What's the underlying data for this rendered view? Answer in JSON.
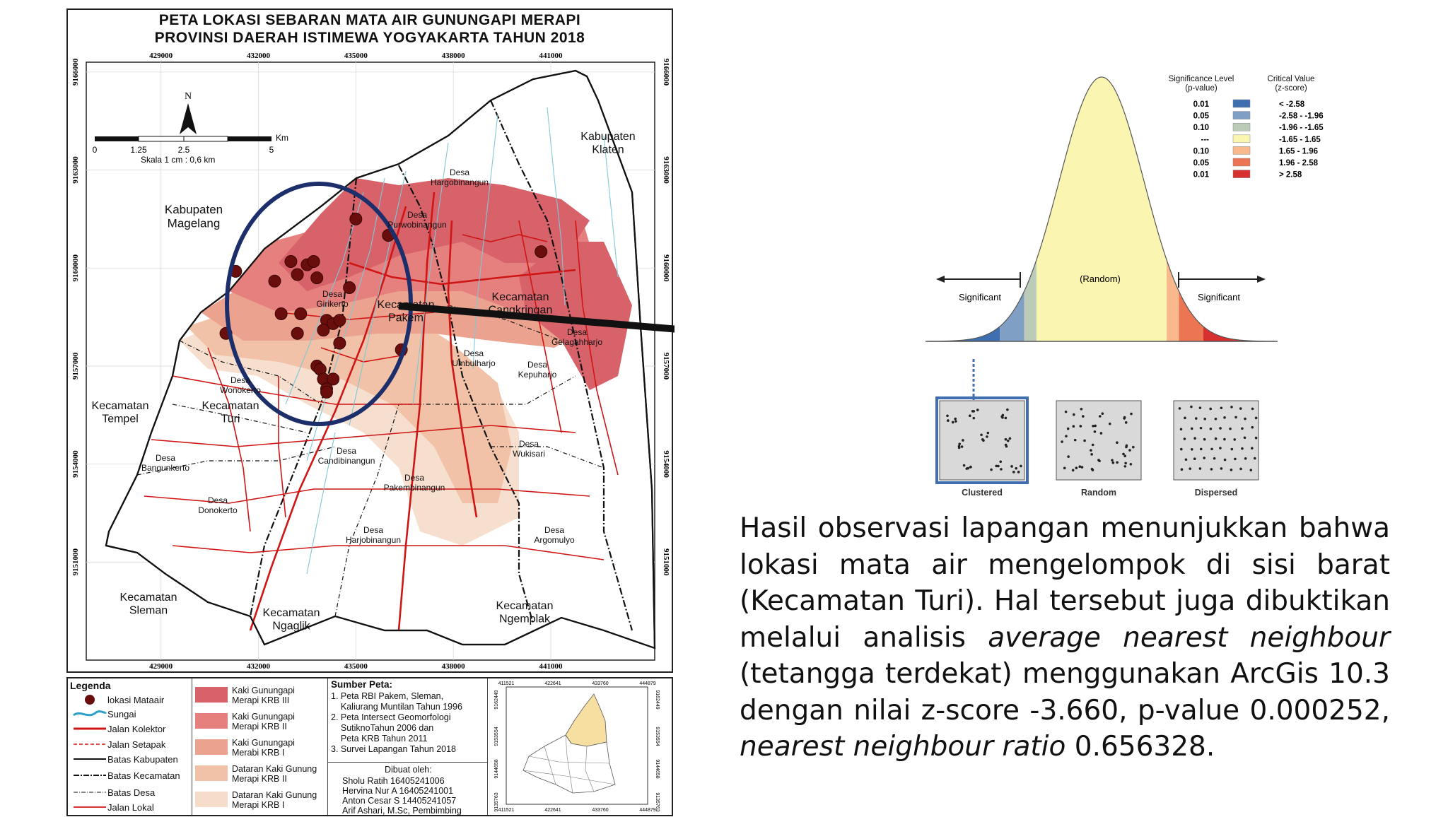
{
  "map": {
    "title_line1": "PETA LOKASI SEBARAN MATA AIR GUNUNGAPI MERAPI",
    "title_line2": "PROVINSI DAERAH ISTIMEWA YOGYAKARTA TAHUN 2018",
    "x_ticks": [
      "429000",
      "432000",
      "435000",
      "438000",
      "441000"
    ],
    "y_ticks": [
      "9166000",
      "9163000",
      "9160000",
      "9157000",
      "9154000",
      "9151000"
    ],
    "north_label": "N",
    "scale_numbers": [
      "0",
      "1.25",
      "2.5",
      "5"
    ],
    "scale_unit": "Km",
    "scale_text": "Skala 1 cm : 0,6 km",
    "labels": {
      "kab_magelang": "Kabupaten\nMagelang",
      "kab_klaten": "Kabupaten\nKlaten",
      "kec_tempel": "Kecamatan\nTempel",
      "kec_turi": "Kecamatan\nTuri",
      "kec_pakem": "Kecamatan\nPakem",
      "kec_cangkringan": "Kecamatan\nCangkringan",
      "kec_sleman": "Kecamatan\nSleman",
      "kec_ngaglik": "Kecamatan\nNgaglik",
      "kec_ngemplak": "Kecamatan\nNgemplak",
      "desa_hargobinangun": "Desa\nHargobinangun",
      "desa_purwobinangun": "Desa\nPurwobinangun",
      "desa_girikerto": "Desa\nGirikerto",
      "desa_wonokerto": "Desa\nWonokerto",
      "desa_bangunkerto": "Desa\nBangunkerto",
      "desa_donokerto": "Desa\nDonokerto",
      "desa_candibinangun": "Desa\nCandibinangun",
      "desa_pakembinangun": "Desa\nPakembinangun",
      "desa_harjobinangun": "Desa\nHarjobinangun",
      "desa_umbulharjo": "Desa\nUmbulharjo",
      "desa_kepuharjo": "Desa\nKepuharjo",
      "desa_glagaharjo": "Desa\nGelagahharjo",
      "desa_wukisari": "Desa\nWukisari",
      "desa_argomulyo": "Desa\nArgomulyo"
    },
    "springs": [
      [
        435.0,
        9161.5
      ],
      [
        436.0,
        9161.0
      ],
      [
        433.0,
        9160.2
      ],
      [
        433.5,
        9160.1
      ],
      [
        433.7,
        9160.2
      ],
      [
        431.3,
        9159.9
      ],
      [
        432.5,
        9159.6
      ],
      [
        433.2,
        9159.8
      ],
      [
        433.8,
        9159.7
      ],
      [
        434.8,
        9159.4
      ],
      [
        433.3,
        9158.6
      ],
      [
        434.1,
        9158.4
      ],
      [
        434.3,
        9158.3
      ],
      [
        434.5,
        9158.4
      ],
      [
        432.7,
        9158.6
      ],
      [
        434.0,
        9158.1
      ],
      [
        433.2,
        9158.0
      ],
      [
        431.0,
        9158.0
      ],
      [
        434.5,
        9157.7
      ],
      [
        436.4,
        9157.5
      ],
      [
        433.8,
        9157.0
      ],
      [
        433.9,
        9156.9
      ],
      [
        434.0,
        9156.6
      ],
      [
        434.3,
        9156.6
      ],
      [
        434.1,
        9156.3
      ],
      [
        434.1,
        9156.2
      ],
      [
        440.7,
        9160.5
      ]
    ],
    "legend": {
      "title": "Legenda",
      "items": [
        "lokasi Mataair",
        "Sungai",
        "Jalan Kolektor",
        "Jalan Setapak",
        "Batas Kabupaten",
        "Batas Kecamatan",
        "Batas Desa",
        "Jalan Lokal"
      ],
      "krb": [
        {
          "label": "Kaki Gunungapi\nMerapi KRB III",
          "color": "#d8626a"
        },
        {
          "label": "Kaki Gunungapi\nMerapi KRB II",
          "color": "#e5807f"
        },
        {
          "label": "Kaki Gunungapi\nMerabi KRB I",
          "color": "#eba28f"
        },
        {
          "label": "Dataran Kaki Gunung\nMerapi KRB II",
          "color": "#f1c2a7"
        },
        {
          "label": "Dataran Kaki Gunung\nMerapi KRB I",
          "color": "#f6dccb"
        }
      ],
      "sources_title": "Sumber Peta:",
      "sources": [
        "1. Peta RBI Pakem, Sleman,",
        "    Kaliurang Muntilan Tahun 1996",
        "2. Peta Intersect Geomorfologi",
        "    SutiknoTahun 2006 dan",
        "    Peta KRB Tahun 2011",
        "3. Survei Lapangan Tahun 2018"
      ],
      "made_by_title": "Dibuat oleh:",
      "made_by": [
        "Sholu Ratih       16405241006",
        "Hervina Nur A 16405241001",
        "Anton Cesar S 14405241057",
        "Arif Ashari, M.Sc, Pembimbing"
      ],
      "inset_x_ticks": [
        "411521",
        "422641",
        "433760",
        "444879"
      ],
      "inset_y_ticks": [
        "9162449",
        "9153554",
        "9144658",
        "9135763"
      ]
    }
  },
  "stats": {
    "significance_header": "Significance Level\n(p-value)",
    "critical_header": "Critical Value\n(z-score)",
    "rows": [
      {
        "p": "0.01",
        "z": "< -2.58",
        "color": "#3f6fb0"
      },
      {
        "p": "0.05",
        "z": "-2.58 - -1.96",
        "color": "#7f9fc4"
      },
      {
        "p": "0.10",
        "z": "-1.96 - -1.65",
        "color": "#bccbb7"
      },
      {
        "p": "---",
        "z": "-1.65 - 1.65",
        "color": "#fbf5b2"
      },
      {
        "p": "0.10",
        "z": "1.65 - 1.96",
        "color": "#f9b98c"
      },
      {
        "p": "0.05",
        "z": "1.96 - 2.58",
        "color": "#ec7653"
      },
      {
        "p": "0.01",
        "z": "> 2.58",
        "color": "#d8302f"
      }
    ],
    "random_label": "(Random)",
    "significant_left": "Significant",
    "significant_right": "Significant",
    "patterns": [
      "Clustered",
      "Random",
      "Dispersed"
    ]
  },
  "summary": {
    "p1": "Hasil observasi lapangan menunjukkan bahwa lokasi mata air mengelompok di sisi barat (Kecamatan Turi). Hal tersebut juga dibuktikan melalui analisis ",
    "em1": "average nearest neighbour",
    "p2": " (tetangga terdekat) menggunakan ArcGis 10.3 dengan nilai z-score -3.660, p-value 0.000252, ",
    "em2": "nearest neighbour ratio",
    "p3": " 0.656328."
  }
}
